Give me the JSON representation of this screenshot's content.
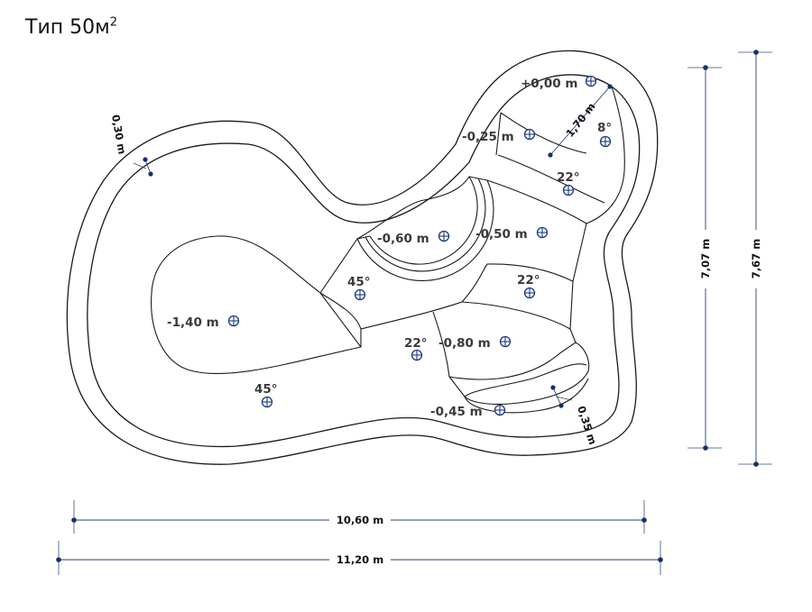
{
  "title": {
    "text": "Тип 50м",
    "superscript": "2"
  },
  "levels": [
    {
      "text": "+0,00 m",
      "marker": true
    },
    {
      "text": "-0,25 m",
      "marker": true
    },
    {
      "text": "-0,50 m",
      "marker": true
    },
    {
      "text": "-0,60 m",
      "marker": true
    },
    {
      "text": "-0,80 m",
      "marker": true
    },
    {
      "text": "-0,45 m",
      "marker": true
    },
    {
      "text": "-1,40 m",
      "marker": true
    }
  ],
  "angles": [
    {
      "text": "8°",
      "marker": true
    },
    {
      "text": "22°",
      "marker": true
    },
    {
      "text": "22°",
      "marker": true
    },
    {
      "text": "22°",
      "marker": true
    },
    {
      "text": "45°",
      "marker": true
    },
    {
      "text": "45°",
      "marker": true
    }
  ],
  "dimensions": {
    "width_inner": "10,60 m",
    "width_outer": "11,20 m",
    "height_inner": "7,07 m",
    "height_outer": "7,67 m",
    "wall_left": "0,30 m",
    "wall_bottom": "0,35 m",
    "step_width": "1,70 m"
  },
  "colors": {
    "marker": "#1b3a82",
    "outline": "#1a1a1a",
    "dimension": "#27406d"
  }
}
